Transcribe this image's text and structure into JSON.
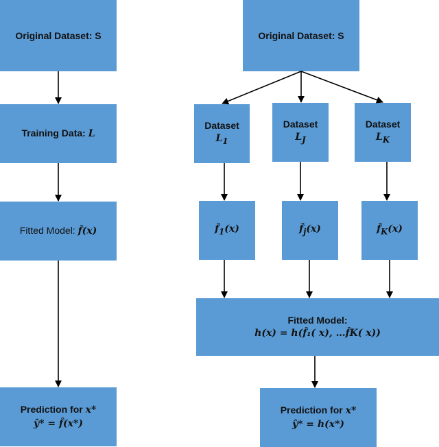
{
  "left": {
    "original": "Original Dataset: S",
    "training_prefix": "Training Data: ",
    "training_var": "L",
    "fitted_prefix": "Fitted Model: ",
    "fitted_fn": "f̂",
    "fitted_arg": "(x)",
    "prediction_title": "Prediction for ",
    "prediction_var": "x*",
    "prediction_lhs": "ŷ*",
    "prediction_eq": " = ",
    "prediction_rhs": "f̂(x*)"
  },
  "right": {
    "original": "Original Dataset: S",
    "datasets": [
      {
        "label": "Dataset",
        "var": "L",
        "sub": "1"
      },
      {
        "label": "Dataset",
        "var": "L",
        "sub": "J"
      },
      {
        "label": "Dataset",
        "var": "L",
        "sub": "K"
      }
    ],
    "models": [
      {
        "fn": "f̂",
        "sub": "1",
        "arg": "(x)"
      },
      {
        "fn": "f̂",
        "sub": "j",
        "arg": "(x)"
      },
      {
        "fn": "f̂",
        "sub": "K",
        "arg": "(x)"
      }
    ],
    "fitted_title": "Fitted Model:",
    "fitted_formula": "h(x) = h(f̂₁( x), …f̂K( x))",
    "prediction_title": "Prediction for ",
    "prediction_var": "x*",
    "prediction_lhs": "ŷ*",
    "prediction_eq": " = ",
    "prediction_rhs": "h(x*)"
  },
  "colors": {
    "box": "#5b9bd5",
    "arrow": "#000000"
  }
}
